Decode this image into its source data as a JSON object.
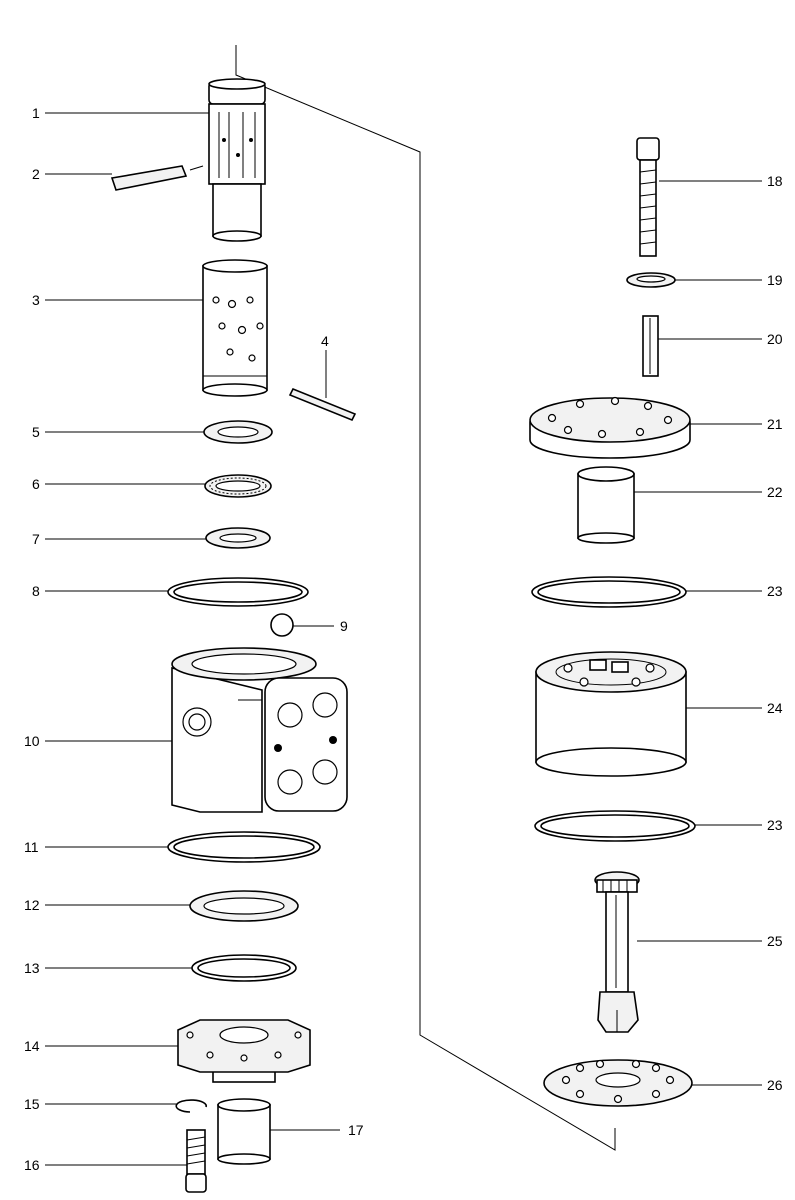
{
  "diagram": {
    "callouts": [
      {
        "id": "c1",
        "label": "1"
      },
      {
        "id": "c2",
        "label": "2"
      },
      {
        "id": "c3",
        "label": "3"
      },
      {
        "id": "c4",
        "label": "4"
      },
      {
        "id": "c5",
        "label": "5"
      },
      {
        "id": "c6",
        "label": "6"
      },
      {
        "id": "c7",
        "label": "7"
      },
      {
        "id": "c8",
        "label": "8"
      },
      {
        "id": "c9",
        "label": "9"
      },
      {
        "id": "c10",
        "label": "10"
      },
      {
        "id": "c11",
        "label": "11"
      },
      {
        "id": "c12",
        "label": "12"
      },
      {
        "id": "c13",
        "label": "13"
      },
      {
        "id": "c14",
        "label": "14"
      },
      {
        "id": "c15",
        "label": "15"
      },
      {
        "id": "c16",
        "label": "16"
      },
      {
        "id": "c17",
        "label": "17"
      },
      {
        "id": "c18",
        "label": "18"
      },
      {
        "id": "c19",
        "label": "19"
      },
      {
        "id": "c20",
        "label": "20"
      },
      {
        "id": "c21",
        "label": "21"
      },
      {
        "id": "c22",
        "label": "22"
      },
      {
        "id": "c23a",
        "label": "23"
      },
      {
        "id": "c24",
        "label": "24"
      },
      {
        "id": "c23b",
        "label": "23"
      },
      {
        "id": "c25",
        "label": "25"
      },
      {
        "id": "c26",
        "label": "26"
      }
    ]
  }
}
